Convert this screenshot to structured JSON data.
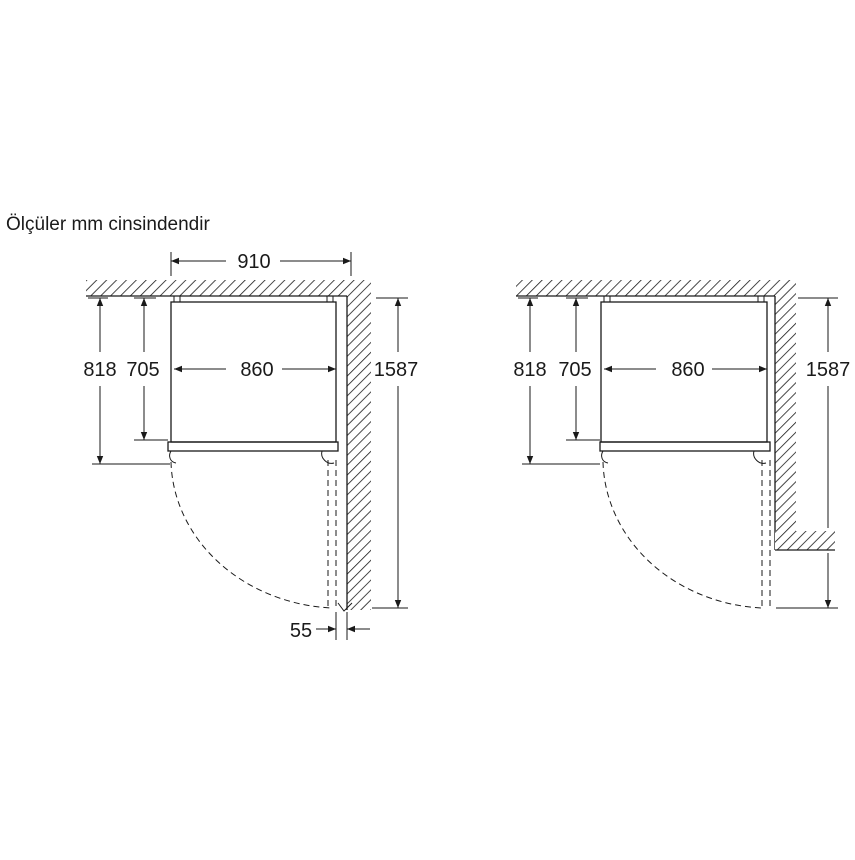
{
  "caption": "Ölçüler mm cinsindendir",
  "left_diagram": {
    "width_total": "910",
    "height_total": "818",
    "depth_inner": "705",
    "width_body": "860",
    "height_full": "1587",
    "gap": "55"
  },
  "right_diagram": {
    "height_total": "818",
    "depth_inner": "705",
    "width_body": "860",
    "height_full": "1587"
  },
  "colors": {
    "ink": "#1a1a1a",
    "background": "#ffffff"
  }
}
